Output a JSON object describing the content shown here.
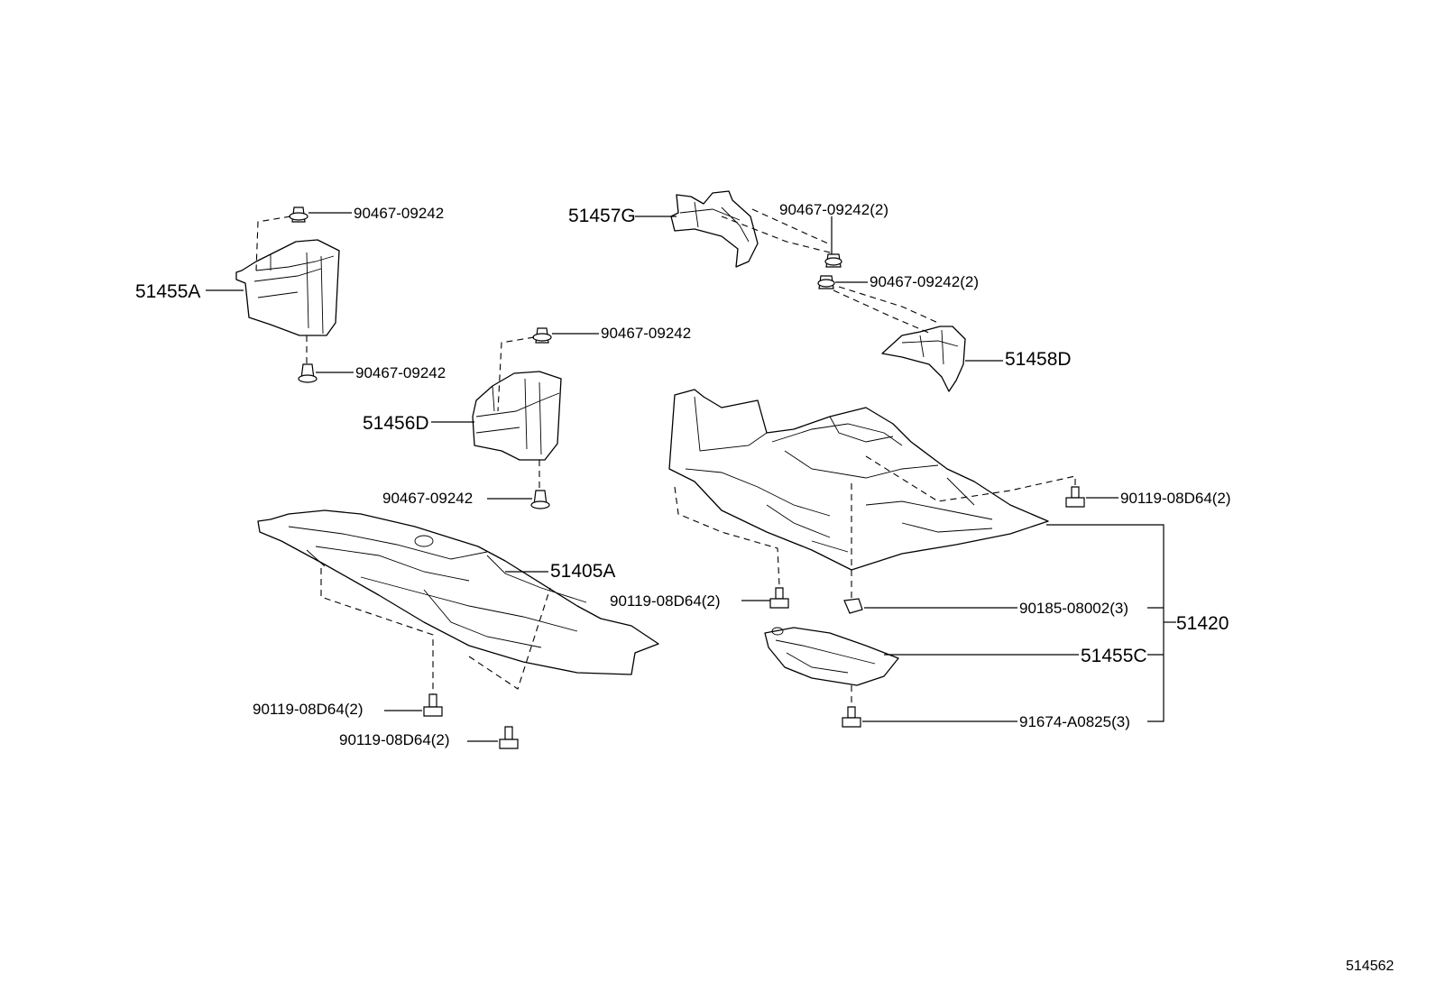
{
  "labels": {
    "p51455A": "51455A",
    "p51456D": "51456D",
    "p51457G": "51457G",
    "p51458D": "51458D",
    "p51405A": "51405A",
    "p51420": "51420",
    "p51455C": "51455C",
    "c90467_a": "90467-09242",
    "c90467_b": "90467-09242",
    "c90467_c": "90467-09242",
    "c90467_d": "90467-09242",
    "c90467_e": "90467-09242(2)",
    "c90467_f": "90467-09242(2)",
    "b90119_a": "90119-08D64(2)",
    "b90119_b": "90119-08D64(2)",
    "b90119_c": "90119-08D64(2)",
    "b90119_d": "90119-08D64(2)",
    "n90185": "90185-08002(3)",
    "s91674": "91674-A0825(3)",
    "diagram_id": "514562"
  },
  "colors": {
    "line": "#000000",
    "background": "#ffffff"
  }
}
